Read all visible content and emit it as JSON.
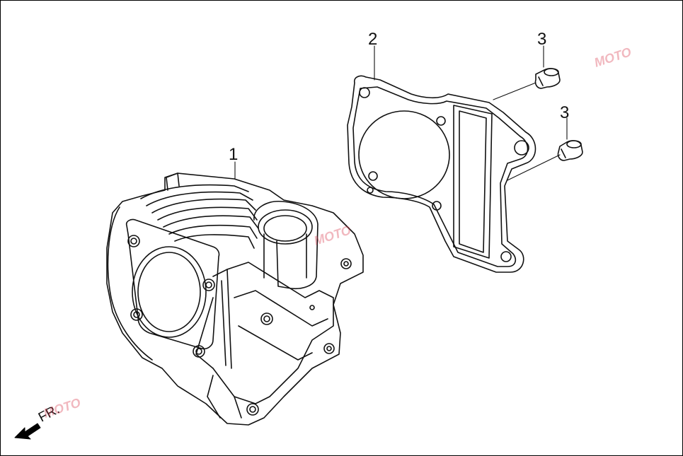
{
  "diagram": {
    "callouts": [
      {
        "id": "1",
        "label": "1"
      },
      {
        "id": "2",
        "label": "2"
      },
      {
        "id": "3a",
        "label": "3"
      },
      {
        "id": "3b",
        "label": "3"
      }
    ],
    "front_indicator": "FR.",
    "watermark": "MOTO",
    "line_color": "#111111",
    "watermark_color": "#d9364a"
  }
}
